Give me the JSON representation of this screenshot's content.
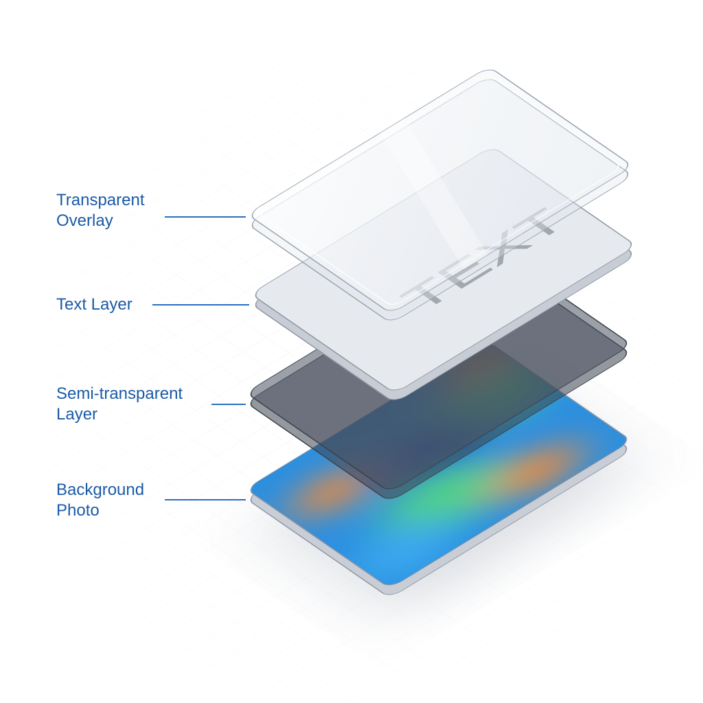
{
  "labels": {
    "overlay": [
      "Transparent",
      "Overlay"
    ],
    "text_layer": "Text Layer",
    "semi": [
      "Semi-transparent",
      "Layer"
    ],
    "background": [
      "Background",
      "Photo"
    ]
  },
  "text_layer_content": "TEXT",
  "colors": {
    "label": "#1a5aa6",
    "leader_line": "#2a6fc0",
    "semi_layer": "#4a5260",
    "text_layer": "#e6e9ee",
    "photo_blue": "#2b8fe0",
    "photo_green": "#4fd08a",
    "photo_orange": "#f08a3a"
  }
}
